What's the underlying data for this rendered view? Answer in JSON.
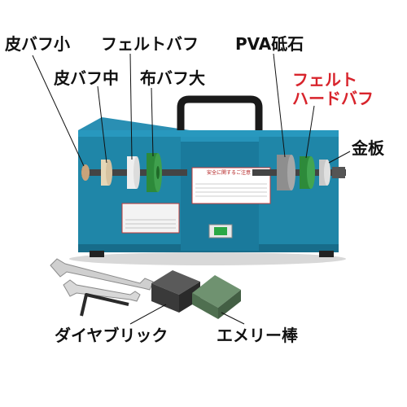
{
  "labels": {
    "leather_buff_small": "皮バフ小",
    "felt_buff": "フェルトバフ",
    "leather_buff_medium": "皮バフ中",
    "cloth_buff_large": "布バフ大",
    "pva_stone": "PVA砥石",
    "felt_hard_buff_line1": "フェルト",
    "felt_hard_buff_line2": "ハードバフ",
    "metal_plate": "金板",
    "diamond_brick": "ダイヤブリック",
    "emery_bar": "エメリー棒"
  },
  "caution_plate": {
    "title": "安全に関するご注意"
  },
  "colors": {
    "machine_body": "#1f86a8",
    "machine_dark": "#16617c",
    "highlight_label": "#d8242c",
    "felt_green": "#2d8a3a",
    "pva_gray": "#8e8e8e",
    "emery_green": "#5d7d5d",
    "diamond_dark": "#3a3a3a"
  }
}
